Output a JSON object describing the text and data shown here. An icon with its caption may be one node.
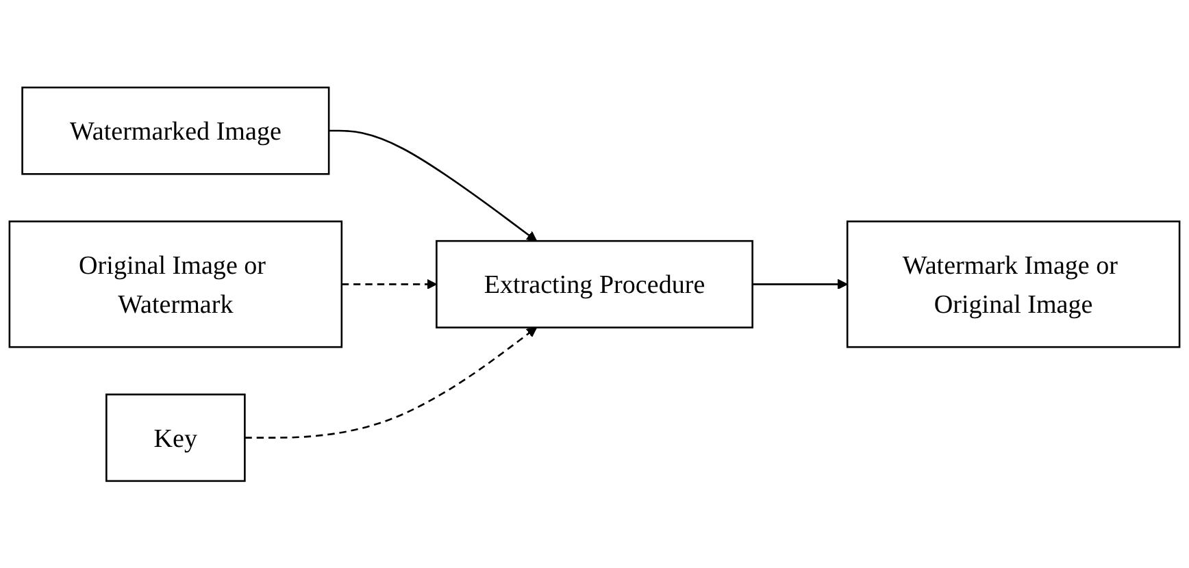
{
  "diagram": {
    "nodes": [
      {
        "text": [
          "Watermarked Image"
        ]
      },
      {
        "text": [
          "Original Image or Watermark"
        ]
      },
      {
        "text": [
          "Extracting Procedure"
        ]
      },
      {
        "text": [
          "Watermark Image or Original Image"
        ]
      },
      {
        "text": [
          "Key"
        ]
      }
    ],
    "edges": [
      {
        "from": 0,
        "to": 2,
        "arrow": "to"
      },
      {
        "from": 1,
        "to": 2,
        "arrow": "to",
        "style": "dashed"
      },
      {
        "from": 2,
        "to": 3,
        "arrow": "to"
      },
      {
        "from": 4,
        "to": 2,
        "arrow": "to",
        "style": "dashed"
      }
    ]
  }
}
